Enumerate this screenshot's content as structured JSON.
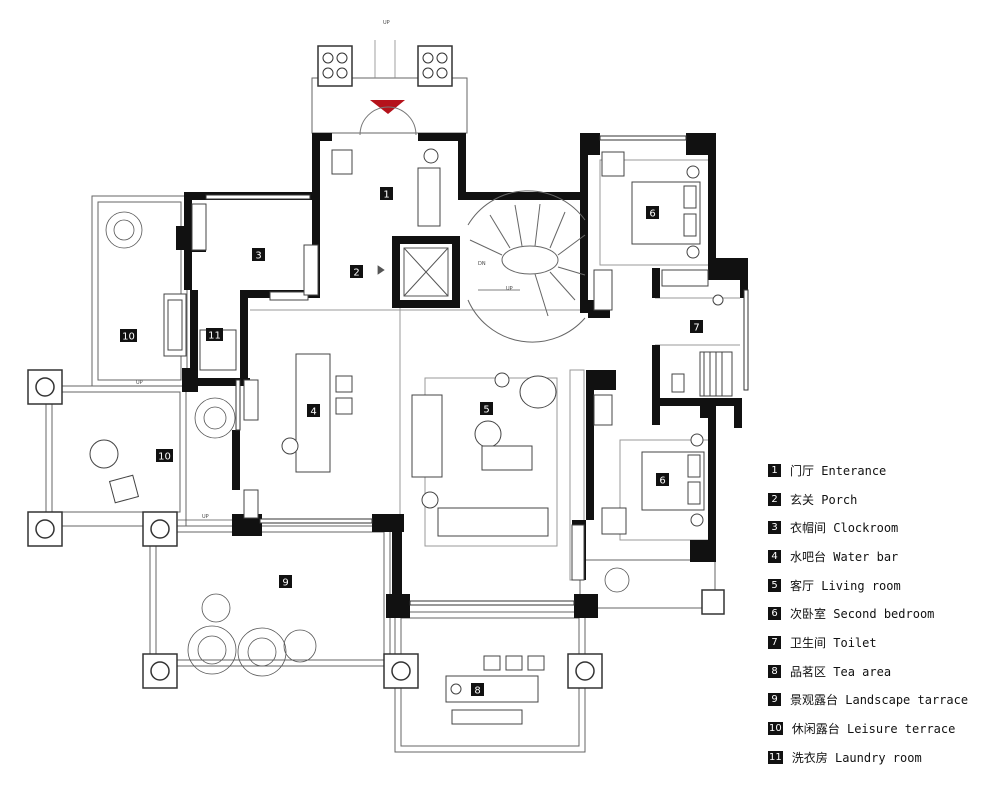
{
  "rooms": [
    {
      "num": "1",
      "cn": "门厅",
      "en": "Enterance"
    },
    {
      "num": "2",
      "cn": "玄关",
      "en": "Porch"
    },
    {
      "num": "3",
      "cn": "衣帽间",
      "en": "Clockroom"
    },
    {
      "num": "4",
      "cn": "水吧台",
      "en": "Water bar"
    },
    {
      "num": "5",
      "cn": "客厅",
      "en": "Living room"
    },
    {
      "num": "6",
      "cn": "次卧室",
      "en": "Second bedroom"
    },
    {
      "num": "7",
      "cn": "卫生间",
      "en": "Toilet"
    },
    {
      "num": "8",
      "cn": "品茗区",
      "en": "Tea area"
    },
    {
      "num": "9",
      "cn": "景观露台",
      "en": "Landscape tarrace"
    },
    {
      "num": "10",
      "cn": "休闲露台",
      "en": "Leisure terrace"
    },
    {
      "num": "11",
      "cn": "洗衣房",
      "en": "Laundry room"
    }
  ],
  "plan_marks": {
    "up": "UP",
    "dn": "DN"
  },
  "colors": {
    "wall": "#111111",
    "line": "#555555",
    "accent": "#b5121b"
  }
}
